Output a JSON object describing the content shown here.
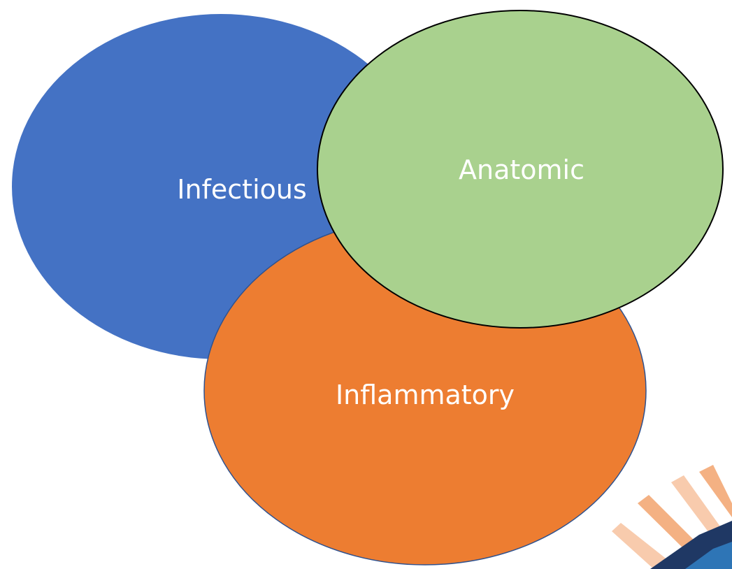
{
  "diagram": {
    "circles": [
      {
        "id": "infectious",
        "label": "Infectious",
        "color": "#4472C4"
      },
      {
        "id": "inflammatory",
        "label": "Inflammatory",
        "color": "#ED7D31"
      },
      {
        "id": "anatomic",
        "label": "Anatomic",
        "color": "#A9D18E"
      }
    ],
    "corner_graphic": {
      "ray_colors": [
        "#F4B183",
        "#F8CBAD",
        "#F4B183",
        "#F8CBAD"
      ],
      "base_colors": [
        "#1F3864",
        "#2E75B6"
      ]
    }
  }
}
